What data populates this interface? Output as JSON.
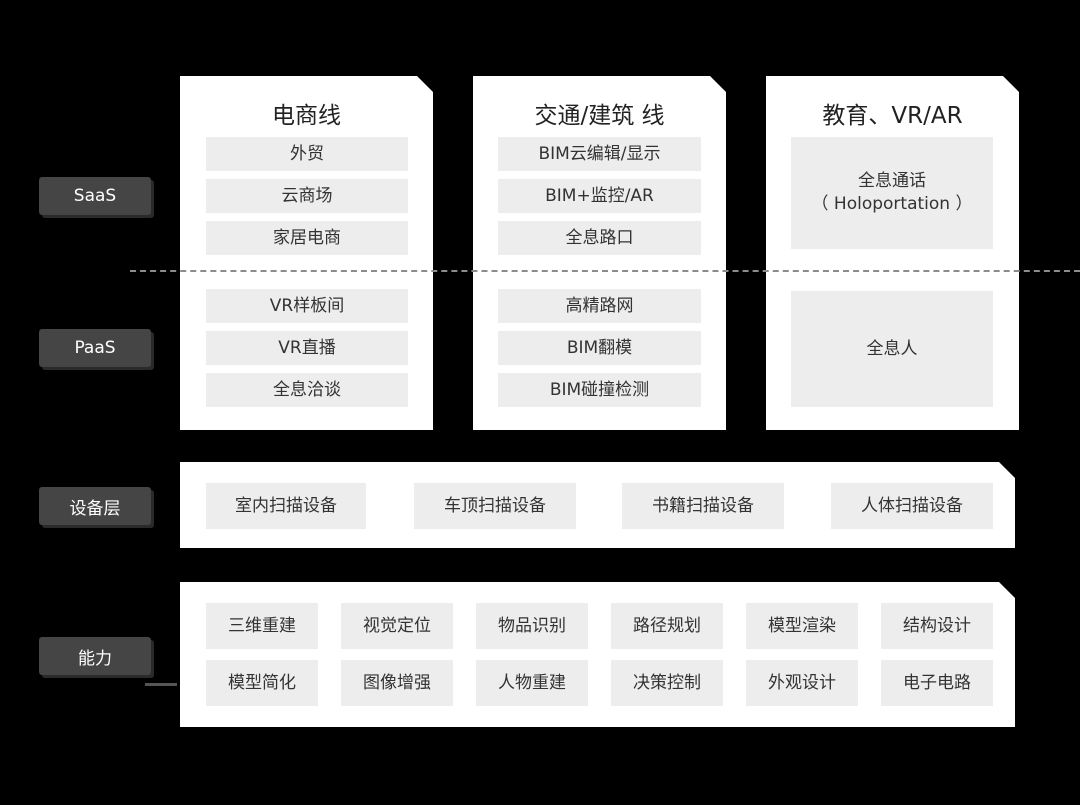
{
  "layers": {
    "saas": "SaaS",
    "paas": "PaaS",
    "device": "设备层",
    "capability": "能力"
  },
  "columns": [
    {
      "title": "电商线",
      "saas": [
        "外贸",
        "云商场",
        "家居电商"
      ],
      "paas": [
        "VR样板间",
        "VR直播",
        "全息洽谈"
      ]
    },
    {
      "title": "交通/建筑 线",
      "saas": [
        "BIM云编辑/显示",
        "BIM+监控/AR",
        "全息路口"
      ],
      "paas": [
        "高精路网",
        "BIM翻模",
        "BIM碰撞检测"
      ]
    },
    {
      "title": "教育、VR/AR",
      "saas": [
        "全息通话",
        "（ Holoportation ）"
      ],
      "paas": [
        "全息人"
      ]
    }
  ],
  "devices": [
    "室内扫描设备",
    "车顶扫描设备",
    "书籍扫描设备",
    "人体扫描设备"
  ],
  "capabilities": [
    [
      "三维重建",
      "视觉定位",
      "物品识别",
      "路径规划",
      "模型渲染",
      "结构设计"
    ],
    [
      "模型简化",
      "图像增强",
      "人物重建",
      "决策控制",
      "外观设计",
      "电子电路"
    ]
  ]
}
